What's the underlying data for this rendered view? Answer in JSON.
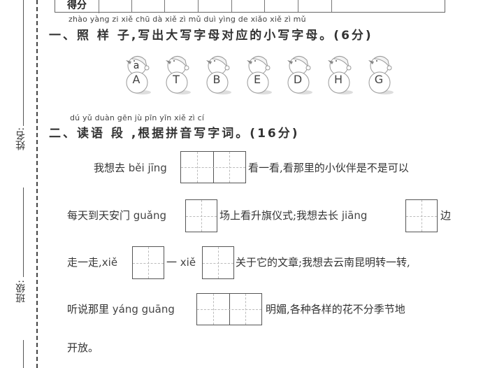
{
  "margin": {
    "name_label": "姓名:",
    "class_label": "班级:"
  },
  "score_table": {
    "label": "得分",
    "cells": 8
  },
  "section1": {
    "pinyin": "zhào yàng zi  xiě chū dà xiě  zì  mǔ duì yìng de xiǎo xiě  zì  mǔ",
    "heading": "一、照 样 子,写出大写字母对应的小写字母。(6分)",
    "snowmen": [
      {
        "upper": "A",
        "lower_answer": "a"
      },
      {
        "upper": "T",
        "lower_answer": ""
      },
      {
        "upper": "B",
        "lower_answer": ""
      },
      {
        "upper": "E",
        "lower_answer": ""
      },
      {
        "upper": "D",
        "lower_answer": ""
      },
      {
        "upper": "H",
        "lower_answer": ""
      },
      {
        "upper": "G",
        "lower_answer": ""
      }
    ]
  },
  "section2": {
    "pinyin": "dú  yǔ  duàn  gēn  jù  pīn  yīn  xiě  zì   cí",
    "heading": "二、读语 段 ,根据拼音写字词。(16分)",
    "lines": [
      {
        "pre": "我想去 ",
        "pinyin": "běi jīng",
        "post": "看一看,看那里的小伙伴是不是可以"
      },
      {
        "pre": "每天到天安门 ",
        "pinyin": "guǎng",
        "mid": "场上看升旗仪式;我想去长 ",
        "pinyin2": "jiāng",
        "post": "边"
      },
      {
        "pre": "走一走,",
        "pinyin": "xiě",
        "mid": "一 ",
        "pinyin2": "xiě",
        "post": "关于它的文章;我想去云南昆明转一转,"
      },
      {
        "pre": "听说那里 ",
        "pinyin": "yáng guāng",
        "post": "明媚,各种各样的花不分季节地"
      },
      {
        "pre": "开放。"
      }
    ]
  }
}
